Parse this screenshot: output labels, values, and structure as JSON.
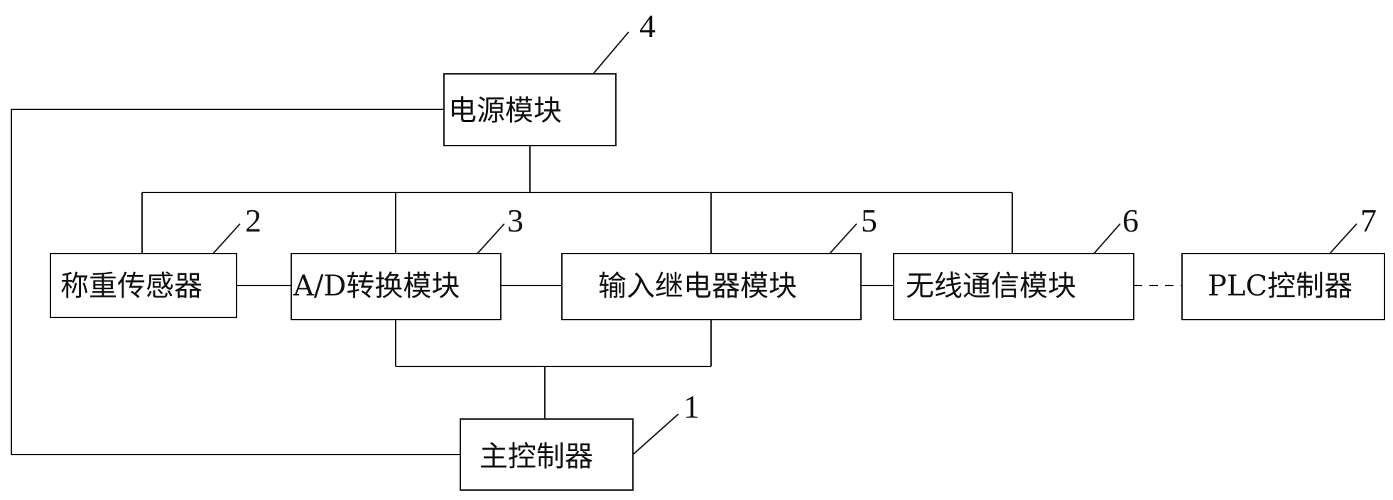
{
  "modules": {
    "power": {
      "label": "电源模块",
      "ref": "4"
    },
    "sensor": {
      "label": "称重传感器",
      "ref": "2"
    },
    "adc": {
      "label": "A/D转换模块",
      "ref": "3"
    },
    "relay": {
      "label": "输入继电器模块",
      "ref": "5"
    },
    "wireless": {
      "label": "无线通信模块",
      "ref": "6"
    },
    "plc": {
      "label": "PLC控制器",
      "ref": "7"
    },
    "main": {
      "label": "主控制器",
      "ref": "1"
    }
  }
}
